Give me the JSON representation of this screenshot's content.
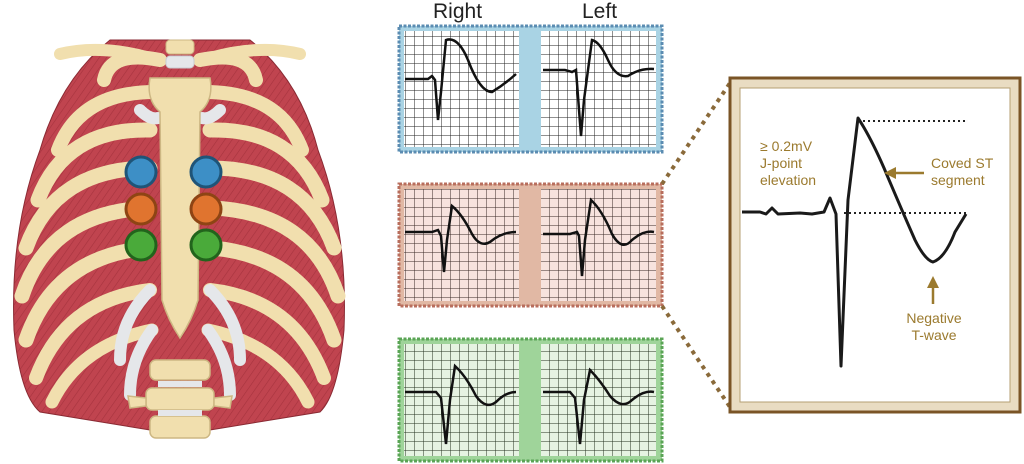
{
  "labels": {
    "right": "Right",
    "left": "Left"
  },
  "annotations": {
    "jpoint_line1": "≥ 0.2mV",
    "jpoint_line2": "J-point",
    "jpoint_line3": "elevation",
    "coved_line1": "Coved ST",
    "coved_line2": "segment",
    "negt_line1": "Negative",
    "negt_line2": "T-wave"
  },
  "colors": {
    "rib_muscle": "#c0444f",
    "bone": "#f1dfae",
    "bone_stroke": "#cdb783",
    "cartilage": "#e5e7ea",
    "electrode_blue": "#3d8fc6",
    "electrode_orange": "#e0742f",
    "electrode_green": "#4aaa3a",
    "ecg_blue_border": "#5b8cb2",
    "ecg_blue_gap": "#a9d3e4",
    "ecg_red_border": "#b86e5d",
    "ecg_red_bg": "#f7e3de",
    "ecg_red_gap": "#e1b8a4",
    "ecg_green_border": "#5aa455",
    "ecg_green_bg": "#e6f3e2",
    "ecg_green_gap": "#9fd49a",
    "zoom_frame": "#7a5426",
    "zoom_inner": "#e9dcc2",
    "annotation": "#9b7a2e"
  },
  "icons": [
    "chest-illustration",
    "electrode-icon",
    "ecg-trace",
    "arrow-icon"
  ]
}
